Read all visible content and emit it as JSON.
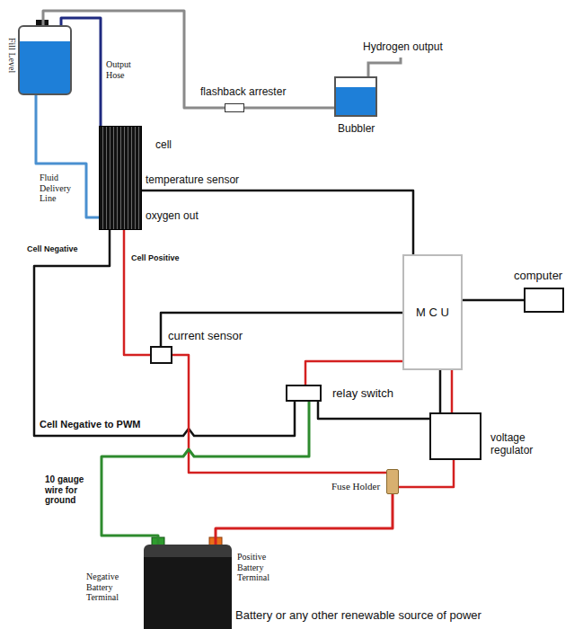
{
  "diagram": {
    "nodes": [
      {
        "text": [
          "Fill Level"
        ]
      },
      {
        "text": [
          "cell"
        ]
      },
      {
        "text": [
          "flashback arrester"
        ]
      },
      {
        "text": [
          "Bubbler"
        ]
      },
      {
        "text": [
          "M C U"
        ]
      },
      {
        "text": [
          "computer"
        ]
      },
      {
        "text": [
          "current sensor"
        ]
      },
      {
        "text": [
          "relay switch"
        ]
      },
      {
        "text": [
          "voltage regulator"
        ]
      },
      {
        "text": [
          "Fuse Holder"
        ]
      },
      {
        "text": [
          "Battery or any other renewable source of power"
        ]
      }
    ],
    "edges": [
      {
        "from": 0,
        "to": 1,
        "label": "Output Hose",
        "arrow": "none"
      },
      {
        "from": 0,
        "to": 1,
        "label": "Fluid Delivery Line",
        "arrow": "none"
      },
      {
        "from": 0,
        "to": 2,
        "arrow": "none"
      },
      {
        "from": 2,
        "to": 3,
        "arrow": "none"
      },
      {
        "from": 1,
        "to": 4,
        "label": "temperature sensor",
        "arrow": "none"
      },
      {
        "from": 4,
        "to": 5,
        "arrow": "none"
      },
      {
        "from": 1,
        "to": 6,
        "arrow": "none"
      },
      {
        "from": 6,
        "to": 4,
        "arrow": "none"
      },
      {
        "from": 1,
        "to": 7,
        "label": "Cell Negative to PWM",
        "arrow": "none"
      },
      {
        "from": 7,
        "to": 4,
        "arrow": "none"
      },
      {
        "from": 4,
        "to": 8,
        "arrow": "none"
      },
      {
        "from": 4,
        "to": 8,
        "arrow": "none"
      },
      {
        "from": 7,
        "to": 8,
        "arrow": "none"
      },
      {
        "from": 6,
        "to": 9,
        "arrow": "none"
      },
      {
        "from": 9,
        "to": 8,
        "arrow": "none"
      },
      {
        "from": 10,
        "to": 9,
        "arrow": "none"
      },
      {
        "from": 10,
        "to": 7,
        "label": "10 gauge wire for ground",
        "arrow": "none"
      }
    ],
    "labels": [
      "Hydrogen output",
      "oxygen out",
      "Cell Negative",
      "Cell Positive",
      "Negative Battery Terminal",
      "Positive Battery Terminal"
    ]
  }
}
